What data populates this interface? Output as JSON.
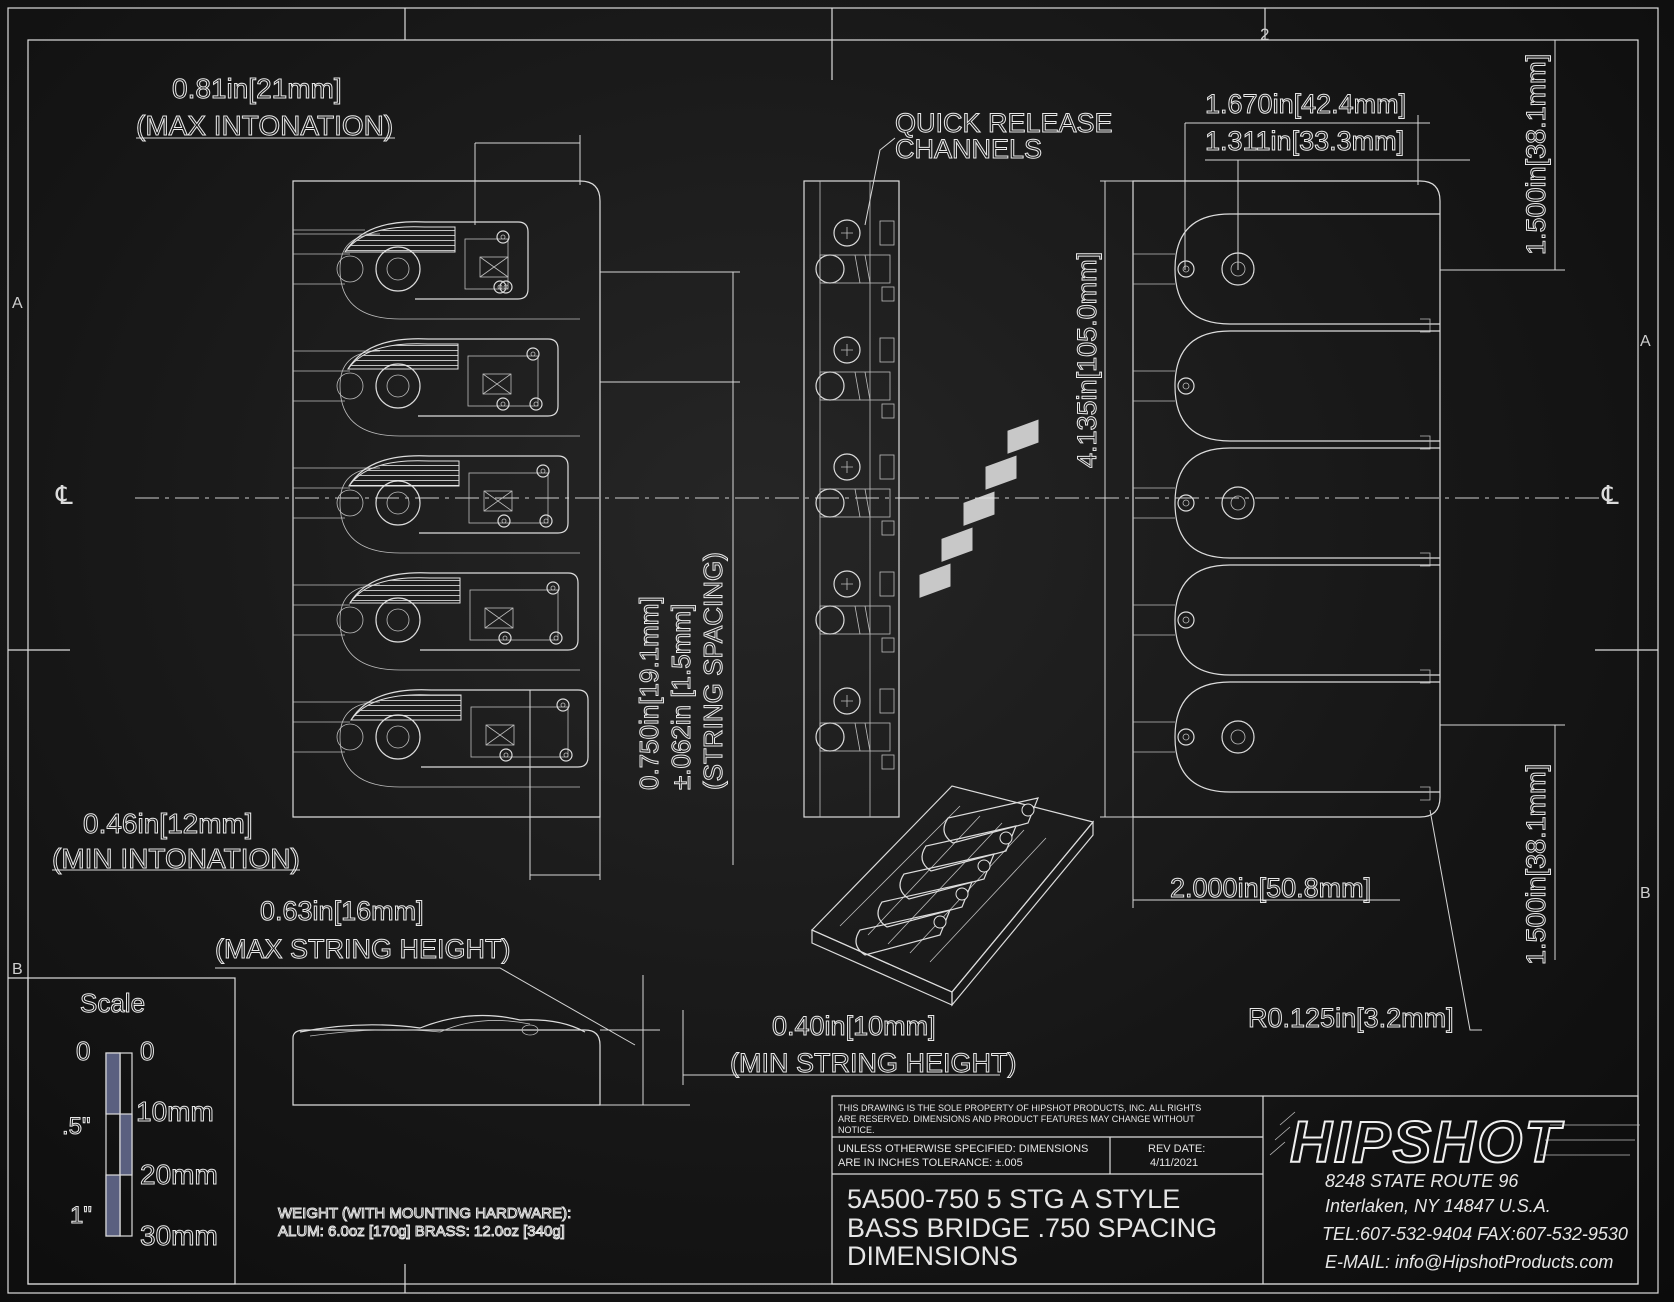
{
  "zones": {
    "top": "2",
    "left_a": "A",
    "left_b": "B",
    "right_a": "A",
    "right_b": "B"
  },
  "centerline": {
    "left": "℄",
    "right": "℄"
  },
  "dims": {
    "max_intonation_value": "0.81in[21mm]",
    "max_intonation_label": "(MAX INTONATION)",
    "min_intonation_value": "0.46in[12mm]",
    "min_intonation_label": "(MIN INTONATION)",
    "spacing_line1": "0.750in[19.1mm]",
    "spacing_line2": "±.062in [1.5mm]",
    "spacing_line3": "(STRING SPACING)",
    "quick_release_1": "QUICK RELEASE",
    "quick_release_2": "CHANNELS",
    "length": "4.135in[105.0mm]",
    "width_1670": "1.670in[42.4mm]",
    "width_1311": "1.311in[33.3mm]",
    "height_top": "1.500in[38.1mm]",
    "height_bottom": "1.500in[38.1mm]",
    "width_2000": "2.000in[50.8mm]",
    "radius": "R0.125in[3.2mm]",
    "max_string_height_value": "0.63in[16mm]",
    "max_string_height_label": "(MAX STRING HEIGHT)",
    "min_string_height_value": "0.40in[10mm]",
    "min_string_height_label": "(MIN STRING HEIGHT)"
  },
  "scale": {
    "title": "Scale",
    "inch_labels": [
      "0",
      ".5\"",
      "1\""
    ],
    "mm_labels": [
      "0",
      "10mm",
      "20mm",
      "30mm"
    ]
  },
  "weight": {
    "line1": "WEIGHT (WITH MOUNTING HARDWARE):",
    "line2": "ALUM: 6.0oz [170g] BRASS: 12.0oz [340g]"
  },
  "title_block": {
    "property_notice_1": "THIS DRAWING IS THE SOLE PROPERTY OF HIPSHOT PRODUCTS, INC. ALL RIGHTS",
    "property_notice_2": "ARE RESERVED. DIMENSIONS AND PRODUCT FEATURES MAY CHANGE WITHOUT",
    "property_notice_3": "NOTICE.",
    "tolerance_1": "UNLESS OTHERWISE SPECIFIED: DIMENSIONS",
    "tolerance_2": "ARE IN INCHES TOLERANCE:  ±.005",
    "rev_label": "REV DATE:",
    "rev_date": "4/11/2021",
    "part_line1": "5A500-750 5 STG A STYLE",
    "part_line2": "BASS BRIDGE .750 SPACING",
    "part_line3": "DIMENSIONS"
  },
  "company": {
    "logo": "HIPSHOT",
    "address1": "8248 STATE ROUTE 96",
    "address2": "Interlaken, NY 14847 U.S.A.",
    "phone": "TEL:607-532-9404 FAX:607-532-9530",
    "email": "E-MAIL: info@HipshotProducts.com"
  }
}
